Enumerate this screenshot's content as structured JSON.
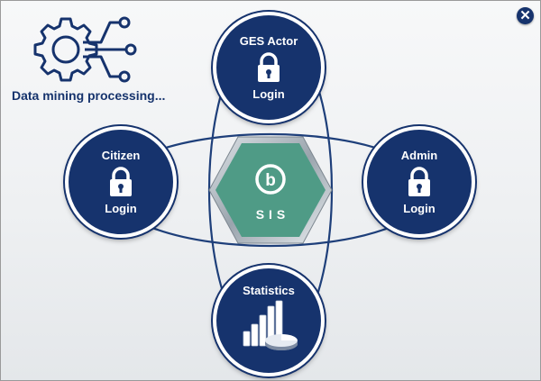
{
  "status": {
    "processing_text": "Data mining processing..."
  },
  "close": {
    "glyph": "✕",
    "icon": "close-icon"
  },
  "nodes": {
    "actor": {
      "title": "GES Actor",
      "action": "Login",
      "icon": "lock-icon"
    },
    "citizen": {
      "title": "Citizen",
      "action": "Login",
      "icon": "lock-icon"
    },
    "admin": {
      "title": "Admin",
      "action": "Login",
      "icon": "lock-icon"
    },
    "stats": {
      "title": "Statistics",
      "icon": "statistics-chart-icon"
    }
  },
  "center_logo": {
    "text": "SIS",
    "mark": "b"
  },
  "colors": {
    "navy": "#16336d",
    "hex_green": "#4f9b86",
    "hex_border": "#b4bcc4",
    "ring_line": "#1e3f7a"
  }
}
